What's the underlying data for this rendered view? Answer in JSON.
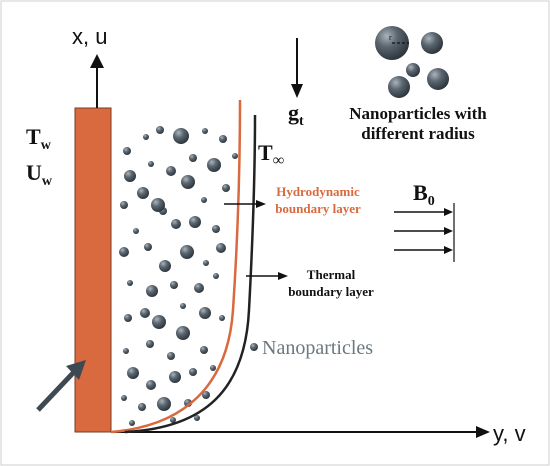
{
  "axes": {
    "vertical_label": "x, u",
    "horizontal_label": "y, v"
  },
  "wall": {
    "temperature_main": "T",
    "temperature_sub": "w",
    "velocity_main": "U",
    "velocity_sub": "w",
    "color": "#d9693e"
  },
  "gravity": {
    "main": "g",
    "sub": "t"
  },
  "free_stream": {
    "main": "T",
    "sub": "∞"
  },
  "magnetic": {
    "main": "B",
    "sub": "0"
  },
  "legend_radius": {
    "line1": "Nanoparticles with",
    "line2": "different radius",
    "radius_mark": "r"
  },
  "labels": {
    "hydrodynamic_line1": "Hydrodynamic",
    "hydrodynamic_line2": "boundary layer",
    "thermal_line1": "Thermal",
    "thermal_line2": "boundary layer",
    "nanoparticles": "Nanoparticles"
  },
  "colors": {
    "hydrodynamic": "#d9693e",
    "thermal": "#222222",
    "particle": "#55606a",
    "nanoparticle_label": "#6a7880"
  }
}
